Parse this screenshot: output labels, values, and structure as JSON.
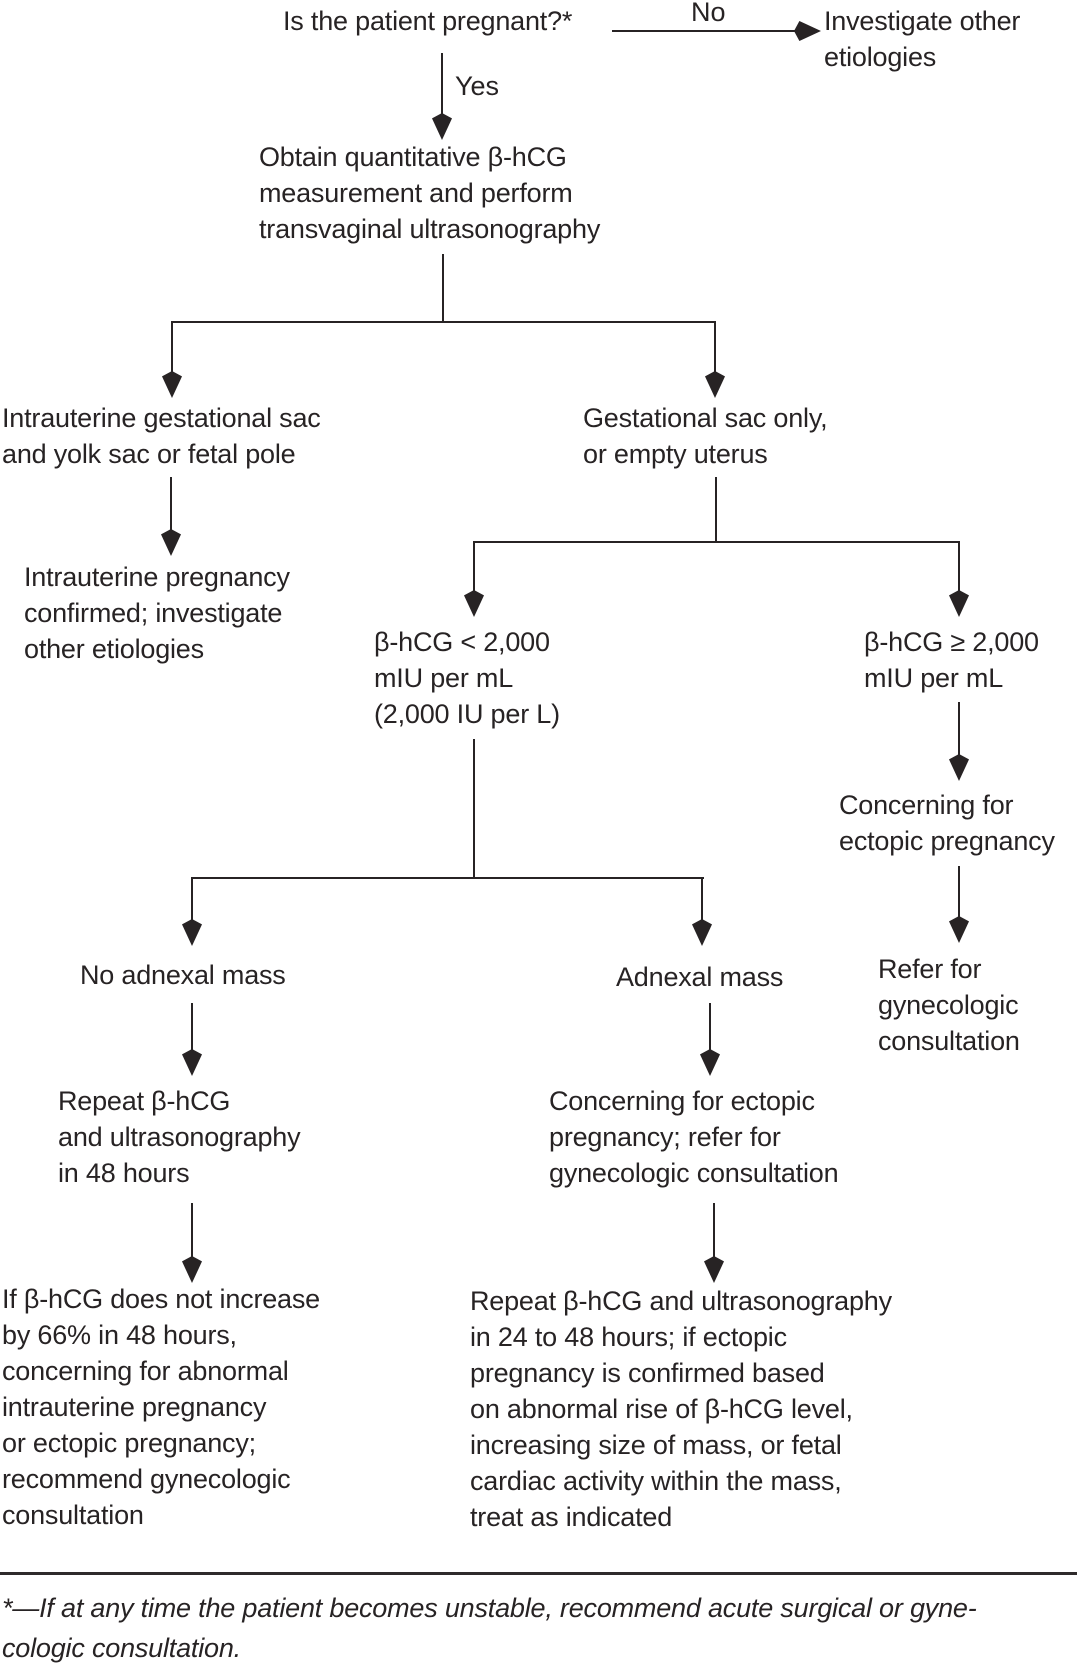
{
  "figure": {
    "background_color": "#ffffff",
    "ink_color": "#272324",
    "edge_labels": {
      "no": "No",
      "yes": "Yes"
    },
    "nodes": {
      "question": "Is the patient pregnant?*",
      "investigate": "Investigate other\netiologies",
      "obtain": "Obtain quantitative β-hCG\nmeasurement and perform\ntransvaginal ultrasonography",
      "iu_sac": "Intrauterine gestational sac\nand yolk sac or fetal pole",
      "sac_only": "Gestational sac only,\nor empty uterus",
      "iu_confirmed": "Intrauterine pregnancy\nconfirmed; investigate\nother etiologies",
      "hcg_low": "β-hCG < 2,000\nmIU per mL\n(2,000 IU per L)",
      "hcg_high": "β-hCG ≥ 2,000\nmIU per mL",
      "concern_ectopic": "Concerning for\nectopic pregnancy",
      "refer_gyn": "Refer for\ngynecologic\nconsultation",
      "no_mass": "No adnexal mass",
      "mass": "Adnexal mass",
      "repeat_48": "Repeat β-hCG\nand ultrasonography\nin 48 hours",
      "concern_refer": "Concerning for ectopic\npregnancy; refer for\ngynecologic consultation",
      "no_rise": "If β-hCG does not increase\nby 66% in 48 hours,\nconcerning for abnormal\nintrauterine pregnancy\nor ectopic pregnancy;\nrecommend gynecologic\nconsultation",
      "repeat_24_48": "Repeat β-hCG and ultrasonography\nin 24 to 48 hours; if ectopic\npregnancy is confirmed based\non abnormal rise of β-hCG level,\nincreasing size of mass, or fetal\ncardiac activity within the mass,\ntreat as indicated"
    },
    "footnote": "*—If at any time the patient becomes unstable, recommend acute surgical or gyne-\ncologic consultation."
  }
}
